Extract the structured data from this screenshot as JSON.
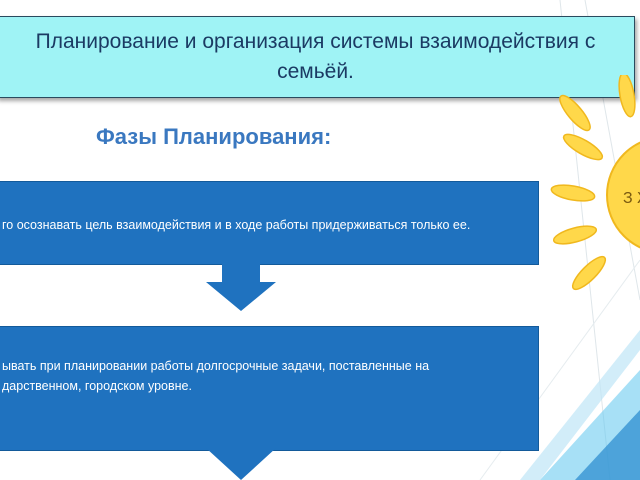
{
  "slide": {
    "title": "Планирование и организация системы взаимодействия с семьёй.",
    "subtitle": "Фазы Планирования:",
    "phases": [
      {
        "text": "го осознавать цель взаимодействия и в ходе работы придерживаться только ее."
      },
      {
        "line1": "ывать при планировании работы долгосрочные задачи, поставленные на",
        "line2": "дарственном, городском уровне."
      }
    ],
    "sun_text": "З Ж"
  },
  "colors": {
    "title_bg": "#9ff3f5",
    "title_text": "#1b3a63",
    "subtitle": "#3a78c0",
    "phase_bg": "#1f72bf",
    "arrow": "#1f72bf",
    "sun_ray": "#ffd84a",
    "corner": "#3aa0dc"
  }
}
